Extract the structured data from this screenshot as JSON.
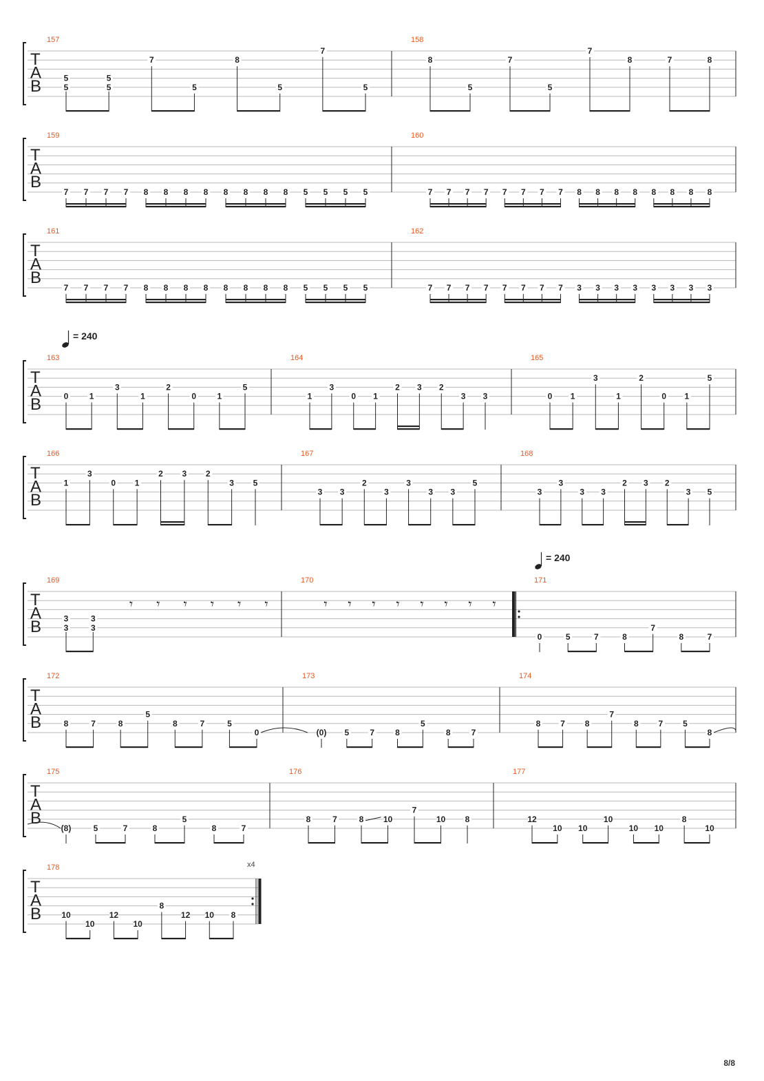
{
  "page": {
    "number_label": "8/8"
  },
  "colors": {
    "bar_number": "#e8561c",
    "ink": "#222222",
    "staff_line": "#b8b8b8"
  },
  "tab_clef": [
    "T",
    "A",
    "B"
  ],
  "tempo_marks": [
    {
      "label": "= 240",
      "before_bar": "163"
    },
    {
      "label": "= 240",
      "before_bar": "171"
    }
  ],
  "systems": [
    {
      "bars": [
        {
          "number": "157",
          "beams": 1,
          "notes": [
            {
              "f": "5",
              "s": 3
            },
            {
              "f": "5",
              "s": 4,
              "c": true
            },
            {
              "f": "5",
              "s": 3
            },
            {
              "f": "5",
              "s": 4,
              "c": true
            },
            {
              "f": "7",
              "s": 1
            },
            {
              "f": "5",
              "s": 4
            },
            {
              "f": "8",
              "s": 1
            },
            {
              "f": "5",
              "s": 4
            },
            {
              "f": "7",
              "s": 0
            },
            {
              "f": "5",
              "s": 4
            }
          ]
        },
        {
          "number": "158",
          "beams": 1,
          "notes": [
            {
              "f": "8",
              "s": 1
            },
            {
              "f": "5",
              "s": 4
            },
            {
              "f": "7",
              "s": 1
            },
            {
              "f": "5",
              "s": 4
            },
            {
              "f": "7",
              "s": 0
            },
            {
              "f": "8",
              "s": 1
            },
            {
              "f": "7",
              "s": 1
            },
            {
              "f": "8",
              "s": 1
            }
          ]
        }
      ]
    },
    {
      "bars": [
        {
          "number": "159",
          "beams": 2,
          "notes": [
            {
              "f": "7",
              "s": 5
            },
            {
              "f": "7",
              "s": 5
            },
            {
              "f": "7",
              "s": 5
            },
            {
              "f": "7",
              "s": 5
            },
            {
              "f": "8",
              "s": 5
            },
            {
              "f": "8",
              "s": 5
            },
            {
              "f": "8",
              "s": 5
            },
            {
              "f": "8",
              "s": 5
            },
            {
              "f": "8",
              "s": 5
            },
            {
              "f": "8",
              "s": 5
            },
            {
              "f": "8",
              "s": 5
            },
            {
              "f": "8",
              "s": 5
            },
            {
              "f": "5",
              "s": 5
            },
            {
              "f": "5",
              "s": 5
            },
            {
              "f": "5",
              "s": 5
            },
            {
              "f": "5",
              "s": 5
            }
          ]
        },
        {
          "number": "160",
          "beams": 2,
          "notes": [
            {
              "f": "7",
              "s": 5
            },
            {
              "f": "7",
              "s": 5
            },
            {
              "f": "7",
              "s": 5
            },
            {
              "f": "7",
              "s": 5
            },
            {
              "f": "7",
              "s": 5
            },
            {
              "f": "7",
              "s": 5
            },
            {
              "f": "7",
              "s": 5
            },
            {
              "f": "7",
              "s": 5
            },
            {
              "f": "8",
              "s": 5
            },
            {
              "f": "8",
              "s": 5
            },
            {
              "f": "8",
              "s": 5
            },
            {
              "f": "8",
              "s": 5
            },
            {
              "f": "8",
              "s": 5
            },
            {
              "f": "8",
              "s": 5
            },
            {
              "f": "8",
              "s": 5
            },
            {
              "f": "8",
              "s": 5
            }
          ]
        }
      ]
    },
    {
      "bars": [
        {
          "number": "161",
          "beams": 2,
          "notes": [
            {
              "f": "7",
              "s": 5
            },
            {
              "f": "7",
              "s": 5
            },
            {
              "f": "7",
              "s": 5
            },
            {
              "f": "7",
              "s": 5
            },
            {
              "f": "8",
              "s": 5
            },
            {
              "f": "8",
              "s": 5
            },
            {
              "f": "8",
              "s": 5
            },
            {
              "f": "8",
              "s": 5
            },
            {
              "f": "8",
              "s": 5
            },
            {
              "f": "8",
              "s": 5
            },
            {
              "f": "8",
              "s": 5
            },
            {
              "f": "8",
              "s": 5
            },
            {
              "f": "5",
              "s": 5
            },
            {
              "f": "5",
              "s": 5
            },
            {
              "f": "5",
              "s": 5
            },
            {
              "f": "5",
              "s": 5
            }
          ]
        },
        {
          "number": "162",
          "beams": 2,
          "notes": [
            {
              "f": "7",
              "s": 5
            },
            {
              "f": "7",
              "s": 5
            },
            {
              "f": "7",
              "s": 5
            },
            {
              "f": "7",
              "s": 5
            },
            {
              "f": "7",
              "s": 5
            },
            {
              "f": "7",
              "s": 5
            },
            {
              "f": "7",
              "s": 5
            },
            {
              "f": "7",
              "s": 5
            },
            {
              "f": "3",
              "s": 5
            },
            {
              "f": "3",
              "s": 5
            },
            {
              "f": "3",
              "s": 5
            },
            {
              "f": "3",
              "s": 5
            },
            {
              "f": "3",
              "s": 5
            },
            {
              "f": "3",
              "s": 5
            },
            {
              "f": "3",
              "s": 5
            },
            {
              "f": "3",
              "s": 5
            }
          ]
        }
      ]
    },
    {
      "bars": [
        {
          "number": "163",
          "beams": 1,
          "notes": [
            {
              "f": "0",
              "s": 3
            },
            {
              "f": "1",
              "s": 3
            },
            {
              "f": "3",
              "s": 2
            },
            {
              "f": "1",
              "s": 3
            },
            {
              "f": "2",
              "s": 2
            },
            {
              "f": "0",
              "s": 3
            },
            {
              "f": "1",
              "s": 3
            },
            {
              "f": "5",
              "s": 2
            }
          ]
        },
        {
          "number": "164",
          "beams": 1,
          "notes": [
            {
              "f": "1",
              "s": 3
            },
            {
              "f": "3",
              "s": 2
            },
            {
              "f": "0",
              "s": 3
            },
            {
              "f": "1",
              "s": 3
            },
            {
              "f": "2",
              "s": 2
            },
            {
              "f": "3",
              "s": 2
            },
            {
              "f": "2",
              "s": 2
            },
            {
              "f": "3",
              "s": 3
            },
            {
              "f": "3",
              "s": 3
            }
          ],
          "sub": [
            [
              4,
              5
            ]
          ]
        },
        {
          "number": "165",
          "beams": 1,
          "notes": [
            {
              "f": "0",
              "s": 3
            },
            {
              "f": "1",
              "s": 3
            },
            {
              "f": "3",
              "s": 1
            },
            {
              "f": "1",
              "s": 3
            },
            {
              "f": "2",
              "s": 1
            },
            {
              "f": "0",
              "s": 3
            },
            {
              "f": "1",
              "s": 3
            },
            {
              "f": "5",
              "s": 1
            }
          ]
        }
      ]
    },
    {
      "bars": [
        {
          "number": "166",
          "beams": 1,
          "notes": [
            {
              "f": "1",
              "s": 2
            },
            {
              "f": "3",
              "s": 1
            },
            {
              "f": "0",
              "s": 2
            },
            {
              "f": "1",
              "s": 2
            },
            {
              "f": "2",
              "s": 1
            },
            {
              "f": "3",
              "s": 1
            },
            {
              "f": "2",
              "s": 1
            },
            {
              "f": "3",
              "s": 2
            },
            {
              "f": "5",
              "s": 2
            }
          ],
          "sub": [
            [
              4,
              5
            ]
          ]
        },
        {
          "number": "167",
          "beams": 1,
          "notes": [
            {
              "f": "3",
              "s": 3
            },
            {
              "f": "3",
              "s": 3
            },
            {
              "f": "2",
              "s": 2
            },
            {
              "f": "3",
              "s": 3
            },
            {
              "f": "3",
              "s": 2
            },
            {
              "f": "3",
              "s": 3
            },
            {
              "f": "3",
              "s": 3
            },
            {
              "f": "5",
              "s": 2
            }
          ]
        },
        {
          "number": "168",
          "beams": 1,
          "notes": [
            {
              "f": "3",
              "s": 3
            },
            {
              "f": "3",
              "s": 2
            },
            {
              "f": "3",
              "s": 3
            },
            {
              "f": "3",
              "s": 3
            },
            {
              "f": "2",
              "s": 2
            },
            {
              "f": "3",
              "s": 2
            },
            {
              "f": "2",
              "s": 2
            },
            {
              "f": "3",
              "s": 3
            },
            {
              "f": "5",
              "s": 3
            }
          ],
          "sub": [
            [
              4,
              5
            ]
          ]
        }
      ]
    },
    {
      "bars": [
        {
          "number": "169",
          "beams": 1,
          "rests_after": 6,
          "notes": [
            {
              "f": "3",
              "s": 3
            },
            {
              "f": "3",
              "s": 4,
              "c": true
            },
            {
              "f": "3",
              "s": 3
            },
            {
              "f": "3",
              "s": 4,
              "c": true
            }
          ]
        },
        {
          "number": "170",
          "beams": 0,
          "rests": 8,
          "notes": []
        },
        {
          "number": "171",
          "beams": 1,
          "repeat_start": true,
          "notes": [
            {
              "f": "0",
              "s": 5,
              "single": true
            },
            {
              "f": "5",
              "s": 5
            },
            {
              "f": "7",
              "s": 5
            },
            {
              "f": "8",
              "s": 5
            },
            {
              "f": "7",
              "s": 4
            },
            {
              "f": "8",
              "s": 5
            },
            {
              "f": "7",
              "s": 5
            }
          ]
        }
      ]
    },
    {
      "bars": [
        {
          "number": "172",
          "beams": 1,
          "notes": [
            {
              "f": "8",
              "s": 4
            },
            {
              "f": "7",
              "s": 4
            },
            {
              "f": "8",
              "s": 4
            },
            {
              "f": "5",
              "s": 3
            },
            {
              "f": "8",
              "s": 4
            },
            {
              "f": "7",
              "s": 4
            },
            {
              "f": "5",
              "s": 4
            },
            {
              "f": "0",
              "s": 5,
              "tie": true
            }
          ]
        },
        {
          "number": "173",
          "beams": 1,
          "notes": [
            {
              "f": "(0)",
              "s": 5,
              "single": true
            },
            {
              "f": "5",
              "s": 5
            },
            {
              "f": "7",
              "s": 5
            },
            {
              "f": "8",
              "s": 5
            },
            {
              "f": "5",
              "s": 4
            },
            {
              "f": "8",
              "s": 5
            },
            {
              "f": "7",
              "s": 5
            }
          ]
        },
        {
          "number": "174",
          "beams": 1,
          "notes": [
            {
              "f": "8",
              "s": 4
            },
            {
              "f": "7",
              "s": 4
            },
            {
              "f": "8",
              "s": 4
            },
            {
              "f": "7",
              "s": 3
            },
            {
              "f": "8",
              "s": 4
            },
            {
              "f": "7",
              "s": 4
            },
            {
              "f": "5",
              "s": 4
            },
            {
              "f": "8",
              "s": 5,
              "tie": true
            }
          ]
        }
      ]
    },
    {
      "bars": [
        {
          "number": "175",
          "beams": 1,
          "tie_in": true,
          "notes": [
            {
              "f": "(8)",
              "s": 5,
              "single": true
            },
            {
              "f": "5",
              "s": 5
            },
            {
              "f": "7",
              "s": 5
            },
            {
              "f": "8",
              "s": 5
            },
            {
              "f": "5",
              "s": 4
            },
            {
              "f": "8",
              "s": 5
            },
            {
              "f": "7",
              "s": 5
            }
          ]
        },
        {
          "number": "176",
          "beams": 1,
          "notes": [
            {
              "f": "8",
              "s": 4
            },
            {
              "f": "7",
              "s": 4
            },
            {
              "f": "8",
              "s": 4,
              "slide": true
            },
            {
              "f": "10",
              "s": 4
            },
            {
              "f": "7",
              "s": 3
            },
            {
              "f": "10",
              "s": 4
            },
            {
              "f": "8",
              "s": 4,
              "single": true
            }
          ]
        },
        {
          "number": "177",
          "beams": 1,
          "notes": [
            {
              "f": "12",
              "s": 4
            },
            {
              "f": "10",
              "s": 5
            },
            {
              "f": "10",
              "s": 5
            },
            {
              "f": "10",
              "s": 4
            },
            {
              "f": "10",
              "s": 5
            },
            {
              "f": "10",
              "s": 5
            },
            {
              "f": "8",
              "s": 4
            },
            {
              "f": "10",
              "s": 5
            }
          ]
        }
      ]
    },
    {
      "bars": [
        {
          "number": "178",
          "beams": 1,
          "repeat_end": true,
          "repeat_count": "x4",
          "notes": [
            {
              "f": "10",
              "s": 4
            },
            {
              "f": "10",
              "s": 5
            },
            {
              "f": "12",
              "s": 4
            },
            {
              "f": "10",
              "s": 5
            },
            {
              "f": "8",
              "s": 3
            },
            {
              "f": "12",
              "s": 4
            },
            {
              "f": "10",
              "s": 4
            },
            {
              "f": "8",
              "s": 4
            }
          ]
        }
      ]
    }
  ]
}
